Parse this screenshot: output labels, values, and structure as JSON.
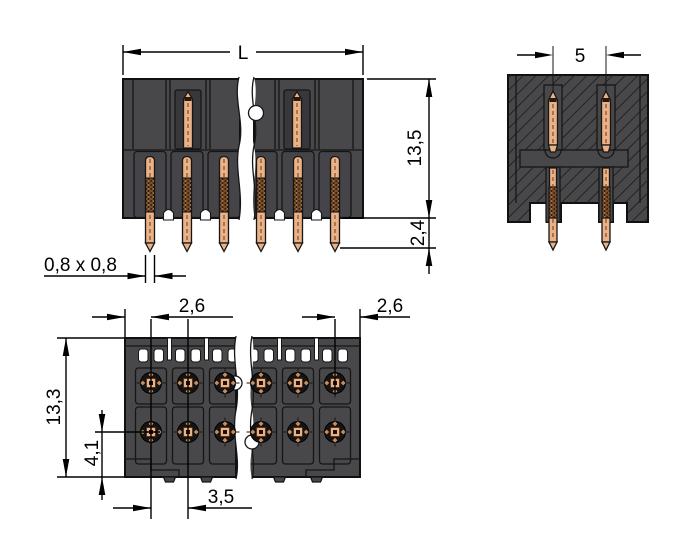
{
  "meta": {
    "type": "technical-dimension-drawing",
    "component": "two-row male pin header connector, three views with dimensions",
    "background": "#ffffff"
  },
  "colors": {
    "body_gray": "#48484b",
    "cell_gray": "#454549",
    "cavity_gray": "#38383c",
    "pin_copper": "#e9b289",
    "pin_knurl_dark": "#6d4527",
    "outline_black": "#101010",
    "dimension_black": "#000000",
    "background_white": "#ffffff"
  },
  "views": {
    "front": {
      "name": "front-view",
      "dimensions": {
        "overall_length": "L",
        "housing_height": "13,5",
        "pin_protrusion": "2,4",
        "pin_cross_section": "0,8 x 0,8"
      }
    },
    "side": {
      "name": "side-view",
      "dimensions": {
        "row_pitch": "5"
      }
    },
    "bottom": {
      "name": "bottom-view",
      "dimensions": {
        "end_margin_left": "2,6",
        "end_margin_right": "2,6",
        "overall_depth": "13,3",
        "row_offset": "4,1",
        "pin_pitch": "3,5"
      }
    }
  }
}
